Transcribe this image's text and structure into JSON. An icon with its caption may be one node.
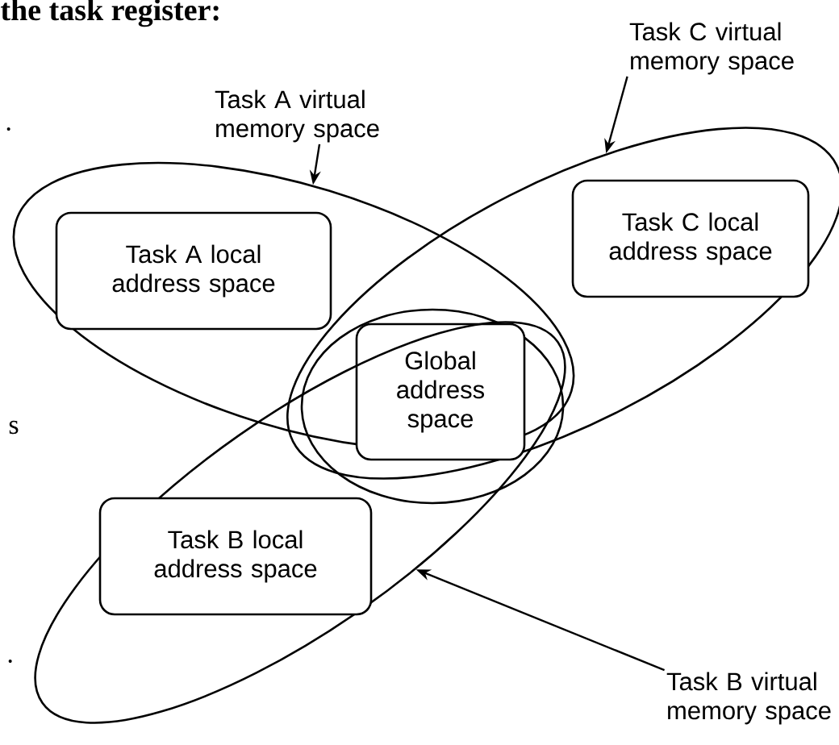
{
  "diagram": {
    "nodes": [
      {
        "text": [
          "Task A virtual memory space"
        ]
      },
      {
        "text": [
          "Task C virtual memory space"
        ]
      },
      {
        "text": [],
        "shape": "ellipse"
      },
      {
        "text": [],
        "shape": "ellipse"
      },
      {
        "text": [
          "Task A local address space"
        ],
        "in": 2
      },
      {
        "text": [
          "Task C local address space"
        ],
        "in": 3
      },
      {
        "text": [],
        "shape": "ellipse"
      },
      {
        "text": [
          "Global address space"
        ],
        "in": 6
      },
      {
        "text": [],
        "shape": "ellipse"
      },
      {
        "text": [
          "Task B local address space"
        ],
        "in": 8
      },
      {
        "text": [
          "Task B virtual memory space"
        ]
      }
    ],
    "edges": [
      {
        "from": 0,
        "to": 2,
        "arrow": "to"
      },
      {
        "from": 1,
        "to": 3,
        "arrow": "to"
      },
      {
        "from": 10,
        "to": 8,
        "arrow": "to"
      }
    ],
    "labels": [
      "the task register:",
      ".",
      "s",
      "."
    ]
  }
}
